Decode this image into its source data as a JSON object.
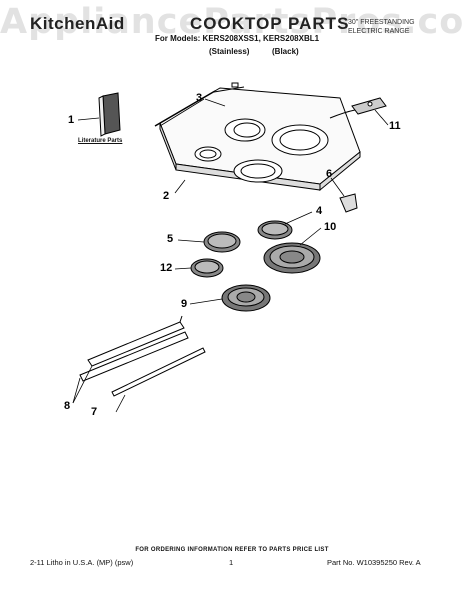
{
  "header": {
    "brand": "KitchenAid",
    "title": "COOKTOP PARTS",
    "product_line1": "30\" FREESTANDING",
    "product_line2": "ELECTRIC RANGE",
    "models": "For Models: KERS208XSS1, KERS208XBL1",
    "finish_1": "(Stainless)",
    "finish_2": "(Black)"
  },
  "watermark": "AppliancePartsPros.com",
  "diagram": {
    "literature_label": "Literature Parts",
    "callouts": [
      "1",
      "2",
      "3",
      "4",
      "5",
      "6",
      "7",
      "8",
      "9",
      "10",
      "11",
      "12"
    ]
  },
  "footer": {
    "order_note": "FOR ORDERING INFORMATION REFER TO PARTS PRICE LIST",
    "left": "2-11 Litho in U.S.A. (MP) (psw)",
    "page": "1",
    "part_no": "Part No. W10395250 Rev. A"
  }
}
